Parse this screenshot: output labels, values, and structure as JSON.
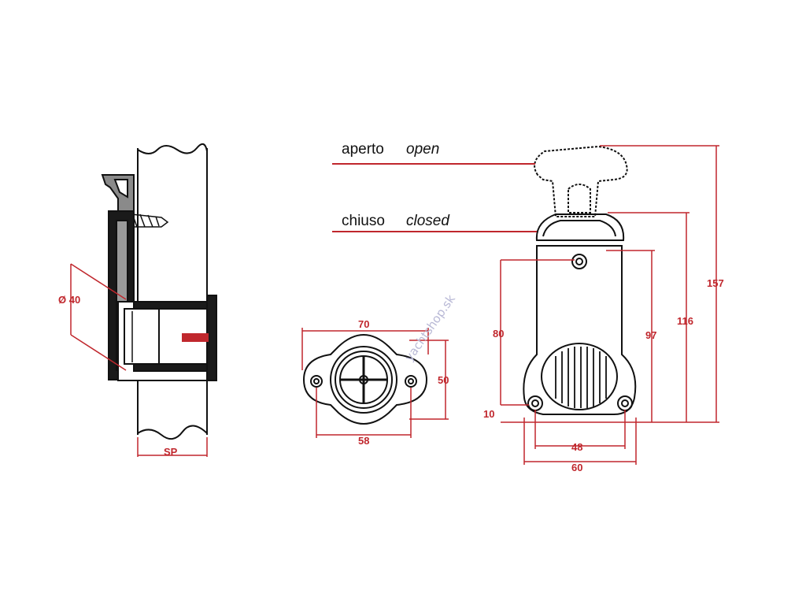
{
  "labels": {
    "open_it": "aperto",
    "open_en": "open",
    "closed_it": "chiuso",
    "closed_en": "closed"
  },
  "dimensions": {
    "diameter": "Ø 40",
    "thickness": "SP",
    "flange_width": "70",
    "flange_height": "50",
    "flange_hole_spacing": "58",
    "body_height": "80",
    "body_top_height": "97",
    "closed_height": "116",
    "open_height": "157",
    "bottom_offset": "10",
    "hole_spacing": "48",
    "body_width": "60"
  },
  "watermark": "yachtshop.sk",
  "colors": {
    "dimension_line": "#c0272d",
    "outline": "#111111"
  }
}
